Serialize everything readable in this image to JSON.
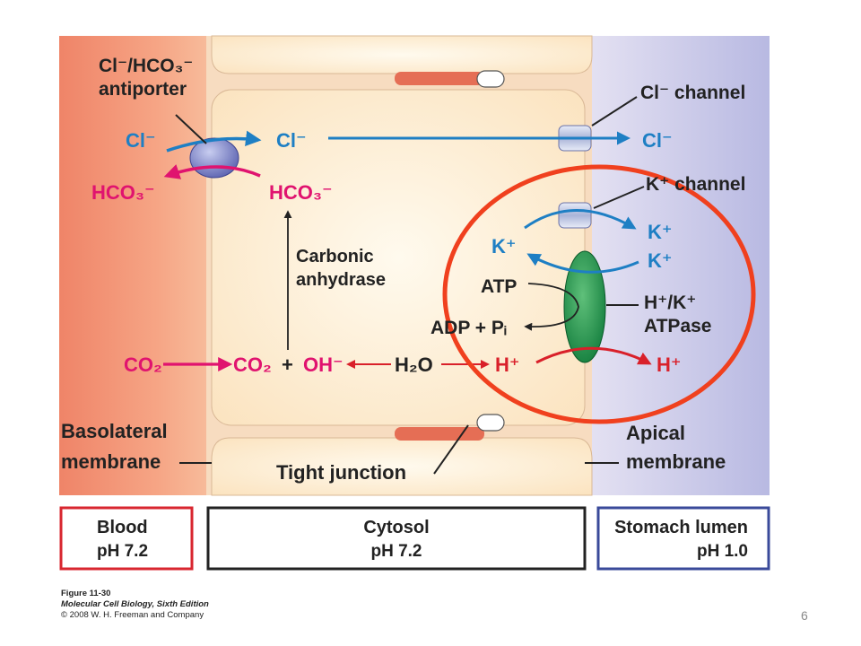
{
  "labels": {
    "antiporter_line1": "Cl⁻/HCO₃⁻",
    "antiporter_line2": "antiporter",
    "cl_channel": "Cl⁻ channel",
    "k_channel": "K⁺ channel",
    "cl_blood": "Cl⁻",
    "hco3_blood": "HCO₃⁻",
    "cl_cytosol": "Cl⁻",
    "hco3_cytosol": "HCO₃⁻",
    "cl_lumen": "Cl⁻",
    "carbonic_line1": "Carbonic",
    "carbonic_line2": "anhydrase",
    "k_cytosol": "K⁺",
    "k_lumen_top": "K⁺",
    "k_lumen_bottom": "K⁺",
    "atp": "ATP",
    "adp_pi": "ADP + Pᵢ",
    "atpase_line1": "H⁺/K⁺",
    "atpase_line2": "ATPase",
    "co2_blood": "CO₂",
    "co2_cytosol": "CO₂",
    "plus": "+",
    "oh": "OH⁻",
    "h2o": "H₂O",
    "h_cytosol": "H⁺",
    "h_lumen": "H⁺",
    "basolateral_line1": "Basolateral",
    "basolateral_line2": "membrane",
    "tight_junction": "Tight junction",
    "apical_line1": "Apical",
    "apical_line2": "membrane"
  },
  "compartments": {
    "blood_title": "Blood",
    "blood_ph": "pH 7.2",
    "cytosol_title": "Cytosol",
    "cytosol_ph": "pH 7.2",
    "lumen_title": "Stomach lumen",
    "lumen_ph": "pH 1.0"
  },
  "caption": {
    "figure": "Figure 11-30",
    "book": "Molecular Cell Biology, Sixth Edition",
    "copyright": "© 2008 W. H. Freeman and Company"
  },
  "page_number": "6",
  "colors": {
    "blue_ion": "#1e7fc4",
    "magenta_ion": "#e0136f",
    "red_ion": "#d9202a",
    "highlight": "#f0401e",
    "blood_border": "#d8262f",
    "lumen_border": "#3a4a9a"
  }
}
